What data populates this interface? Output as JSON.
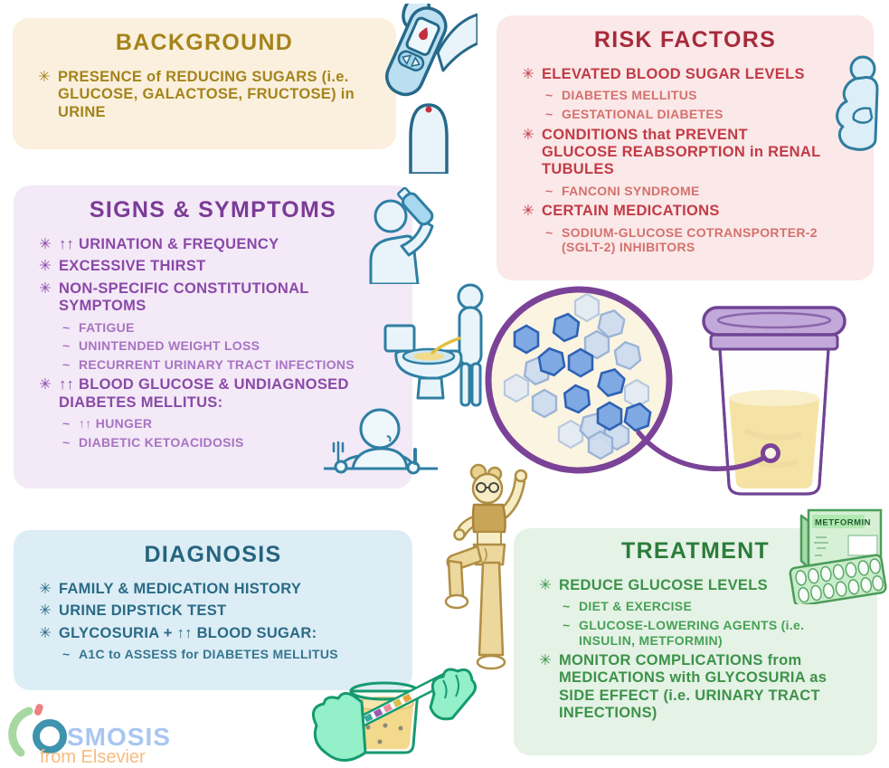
{
  "background": {
    "title": "BACKGROUND",
    "items": [
      {
        "marker": "✳",
        "text": "PRESENCE of REDUCING SUGARS (i.e. GLUCOSE, GALACTOSE, FRUCTOSE) in URINE"
      }
    ]
  },
  "risk": {
    "title": "RISK FACTORS",
    "items": [
      {
        "marker": "✳",
        "level": "main",
        "text": "ELEVATED BLOOD SUGAR LEVELS"
      },
      {
        "marker": "~",
        "level": "sub",
        "text": "DIABETES MELLITUS"
      },
      {
        "marker": "~",
        "level": "sub",
        "text": "GESTATIONAL DIABETES"
      },
      {
        "marker": "✳",
        "level": "main",
        "text": "CONDITIONS that PREVENT GLUCOSE REABSORPTION in RENAL TUBULES"
      },
      {
        "marker": "~",
        "level": "sub",
        "text": "FANCONI SYNDROME"
      },
      {
        "marker": "✳",
        "level": "main",
        "text": "CERTAIN MEDICATIONS"
      },
      {
        "marker": "~",
        "level": "sub",
        "text": "SODIUM-GLUCOSE COTRANSPORTER-2 (SGLT-2) INHIBITORS"
      }
    ]
  },
  "signs": {
    "title": "SIGNS & SYMPTOMS",
    "items": [
      {
        "marker": "✳",
        "level": "main",
        "text": "↑↑ URINATION & FREQUENCY"
      },
      {
        "marker": "✳",
        "level": "main",
        "text": "EXCESSIVE THIRST"
      },
      {
        "marker": "✳",
        "level": "main",
        "text": "NON-SPECIFIC CONSTITUTIONAL SYMPTOMS"
      },
      {
        "marker": "~",
        "level": "sub",
        "text": "FATIGUE"
      },
      {
        "marker": "~",
        "level": "sub",
        "text": "UNINTENDED WEIGHT LOSS"
      },
      {
        "marker": "~",
        "level": "sub",
        "text": "RECURRENT URINARY TRACT INFECTIONS"
      },
      {
        "marker": "✳",
        "level": "main",
        "text": "↑↑ BLOOD GLUCOSE & UNDIAGNOSED DIABETES MELLITUS:"
      },
      {
        "marker": "~",
        "level": "sub",
        "text": "↑↑ HUNGER"
      },
      {
        "marker": "~",
        "level": "sub",
        "text": "DIABETIC KETOACIDOSIS"
      }
    ]
  },
  "diagnosis": {
    "title": "DIAGNOSIS",
    "items": [
      {
        "marker": "✳",
        "level": "main",
        "text": "FAMILY & MEDICATION HISTORY"
      },
      {
        "marker": "✳",
        "level": "main",
        "text": "URINE DIPSTICK TEST"
      },
      {
        "marker": "✳",
        "level": "main",
        "text": "GLYCOSURIA + ↑↑ BLOOD SUGAR:"
      },
      {
        "marker": "~",
        "level": "sub",
        "text": "A1C to ASSESS for DIABETES MELLITUS"
      }
    ]
  },
  "treatment": {
    "title": "TREATMENT",
    "items": [
      {
        "marker": "✳",
        "level": "main",
        "text": "REDUCE GLUCOSE LEVELS"
      },
      {
        "marker": "~",
        "level": "sub",
        "text": "DIET & EXERCISE"
      },
      {
        "marker": "~",
        "level": "sub",
        "text": "GLUCOSE-LOWERING AGENTS (i.e. INSULIN, METFORMIN)"
      },
      {
        "marker": "✳",
        "level": "main",
        "text": "MONITOR COMPLICATIONS from MEDICATIONS with GLYCOSURIA as SIDE EFFECT (i.e. URINARY TRACT INFECTIONS)"
      }
    ]
  },
  "illustrations": {
    "metformin_label": "METFORMIN",
    "magnifier": "glucose molecules in urine",
    "specimen": "urine sample cup"
  },
  "logo": {
    "name": "OSMOSIS",
    "name_text": "SMOSIS",
    "tagline": "from Elsevier"
  },
  "colors": {
    "background_panel": "#faf0dd",
    "background_text": "#a5831b",
    "risk_panel": "#fbe8e8",
    "risk_title": "#a62b3b",
    "risk_main": "#c13b46",
    "risk_sub": "#d4716e",
    "signs_panel": "#f3e9f7",
    "signs_title": "#7c3b97",
    "signs_main": "#8a49a8",
    "signs_sub": "#a873c2",
    "diagnosis_panel": "#dcedf5",
    "diagnosis_text": "#2a6a86",
    "treatment_panel": "#e5f2e6",
    "treatment_title": "#2b7c3a",
    "treatment_main": "#3c9349",
    "magnifier_purple": "#7b4397",
    "urine_yellow": "#f5e3a5",
    "lid_purple": "#c3a9da",
    "glove_green": "#93f0c9",
    "hex_dark": "#7fa9e2",
    "hex_light": "#ccdcf0"
  }
}
